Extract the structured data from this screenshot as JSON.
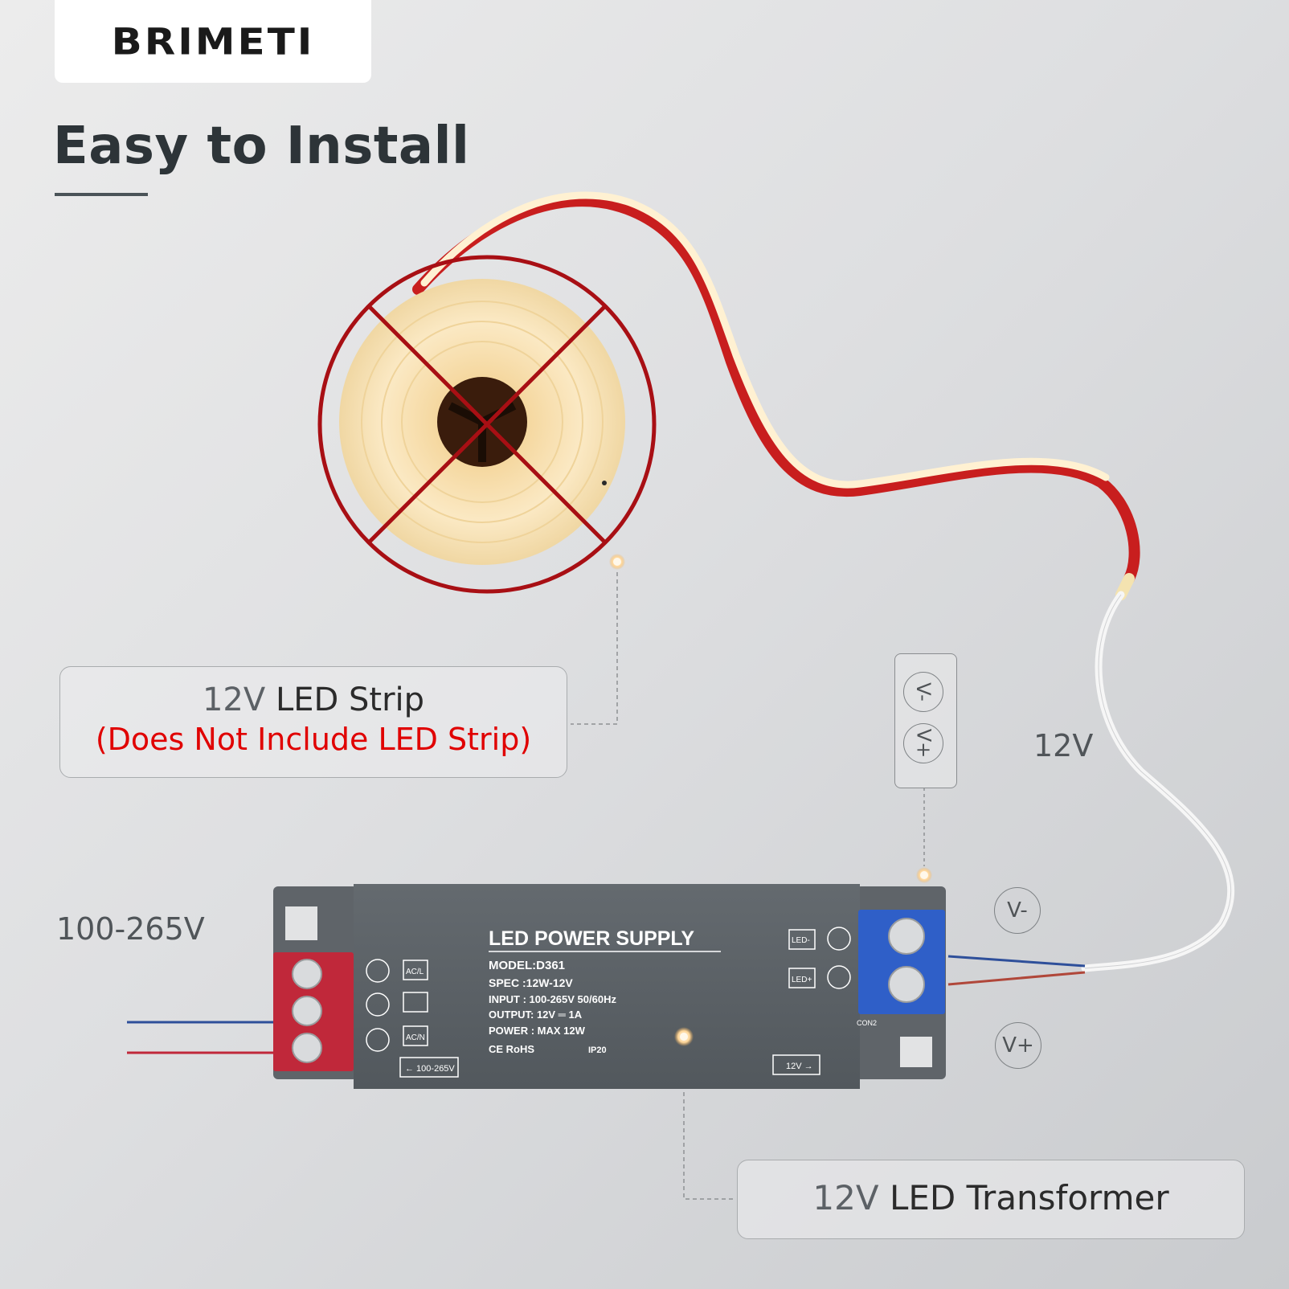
{
  "brand": {
    "logo_text": "BRIMETI"
  },
  "header": {
    "title": "Easy to Install"
  },
  "labels": {
    "strip_voltage": "12V",
    "strip_name": "LED Strip",
    "strip_note": "(Does Not Include LED Strip)",
    "transformer_voltage": "12V",
    "transformer_name": "LED Transformer",
    "input_voltage": "100-265V",
    "output_voltage": "12V"
  },
  "pins": {
    "v_minus": "V-",
    "v_plus": "V+"
  },
  "power_supply": {
    "title": "LED POWER SUPPLY",
    "model": "MODEL:D361",
    "spec": "SPEC :12W-12V",
    "input": "INPUT : 100-265V 50/60Hz",
    "output": "OUTPUT: 12V ═ 1A",
    "power": "POWER : MAX 12W",
    "certs": "CE RoHS",
    "ip": "IP20",
    "in_tag": "← 100-265V",
    "out_tag": "12V →",
    "term_acl": "AC/L",
    "term_acn": "AC/N",
    "term_led_minus": "LED-",
    "term_led_plus": "LED+",
    "con": "CON2"
  },
  "colors": {
    "strip_red": "#c81e1e",
    "strip_light": "#fff3d6",
    "cross_red": "#a80f14",
    "psu_body": "#5b6166",
    "terminal_red": "#c0283a",
    "terminal_blue": "#2f5fc8",
    "callout_red": "#e00000",
    "dot_glow": "#f3b25a"
  }
}
